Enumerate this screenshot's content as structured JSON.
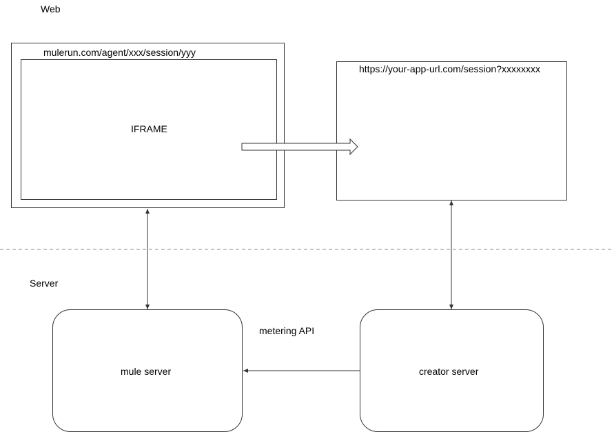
{
  "web_section_label": "Web",
  "server_section_label": "Server",
  "browser_window": {
    "url": "mulerun.com/agent/xxx/session/yyy",
    "iframe_label": "IFRAME"
  },
  "app_window": {
    "url": "https://your-app-url.com/session?xxxxxxxx"
  },
  "mule_server_label": "mule server",
  "creator_server_label": "creator server",
  "metering_label": "metering API",
  "colors": {
    "stroke": "#333333",
    "divider": "#888888",
    "background": "#ffffff"
  }
}
